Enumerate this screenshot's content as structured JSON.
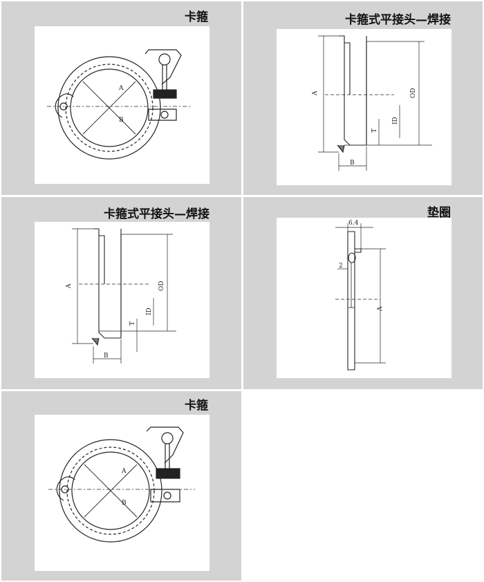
{
  "colors": {
    "panel_bg": "#d3d3d3",
    "canvas_bg": "#ffffff",
    "line": "#222222"
  },
  "panels": [
    {
      "title": "卡箍",
      "labels": {
        "a": "A",
        "b": "B"
      }
    },
    {
      "title": "卡箍式平接头—焊接",
      "labels": {
        "a": "A",
        "od": "OD",
        "id": "ID",
        "t": "T",
        "b": "B"
      }
    },
    {
      "title": "卡箍式平接头—焊接",
      "labels": {
        "a": "A",
        "od": "OD",
        "id": "ID",
        "t": "T",
        "b": "B"
      }
    },
    {
      "title": "垫圈",
      "labels": {
        "w": "6.4",
        "t": "2",
        "a": "A"
      }
    },
    {
      "title": "卡箍",
      "labels": {
        "a": "A",
        "b": "B"
      }
    }
  ]
}
